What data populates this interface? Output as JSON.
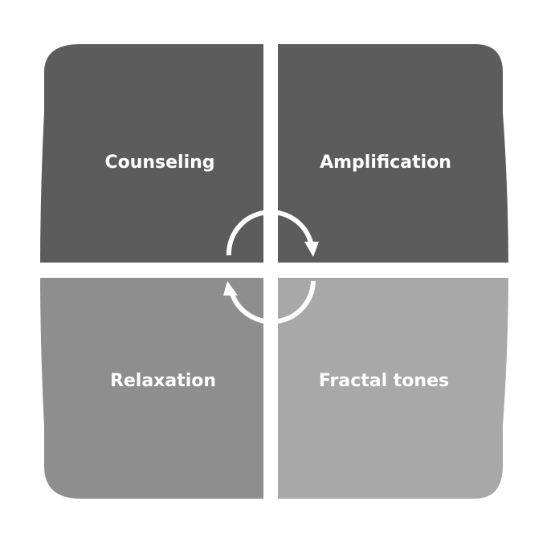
{
  "quadrants": [
    {
      "label": "Counseling",
      "color": "#5c5c5c"
    },
    {
      "label": "Amplification",
      "color": "#5c5c5c"
    },
    {
      "label": "Relaxation",
      "color": "#8e8e8e"
    },
    {
      "label": "Fractal tones",
      "color": "#a8a8a8"
    }
  ],
  "cycle_arrows": {
    "icon": "circular-arrows-icon",
    "color": "#ffffff"
  }
}
